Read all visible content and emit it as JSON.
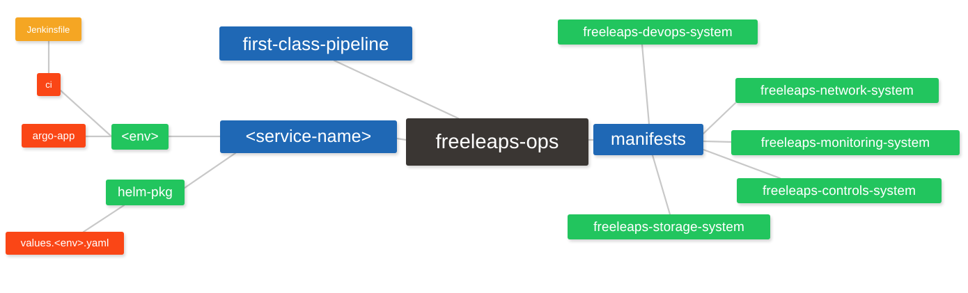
{
  "diagram": {
    "type": "mind-map",
    "title": "freeleaps-ops",
    "background": "#ffffff",
    "edge_color": "#c8c8c8",
    "palette": {
      "root": "#3a3633",
      "blue": "#1f68b5",
      "green": "#22c55e",
      "orange": "#f5a623",
      "red": "#fa4616",
      "text": "#ffffff"
    }
  },
  "nodes": {
    "root": {
      "label": "freeleaps-ops",
      "color": "#3a3633"
    },
    "service_name": {
      "label": "<service-name>",
      "color": "#1f68b5"
    },
    "first_class_pipeline": {
      "label": "first-class-pipeline",
      "color": "#1f68b5"
    },
    "manifests": {
      "label": "manifests",
      "color": "#1f68b5"
    },
    "env": {
      "label": "<env>",
      "color": "#22c55e"
    },
    "helm_pkg": {
      "label": "helm-pkg",
      "color": "#22c55e"
    },
    "jenkinsfile": {
      "label": "Jenkinsfile",
      "color": "#f5a623"
    },
    "ci": {
      "label": "ci",
      "color": "#fa4616"
    },
    "argo_app": {
      "label": "argo-app",
      "color": "#fa4616"
    },
    "values_yaml": {
      "label": "values.<env>.yaml",
      "color": "#fa4616"
    },
    "devops_system": {
      "label": "freeleaps-devops-system",
      "color": "#22c55e"
    },
    "network_system": {
      "label": "freeleaps-network-system",
      "color": "#22c55e"
    },
    "monitoring_system": {
      "label": "freeleaps-monitoring-system",
      "color": "#22c55e"
    },
    "controls_system": {
      "label": "freeleaps-controls-system",
      "color": "#22c55e"
    },
    "storage_system": {
      "label": "freeleaps-storage-system",
      "color": "#22c55e"
    }
  },
  "edges": [
    {
      "from": "root",
      "to": "service_name"
    },
    {
      "from": "root",
      "to": "first_class_pipeline"
    },
    {
      "from": "root",
      "to": "manifests"
    },
    {
      "from": "service_name",
      "to": "env"
    },
    {
      "from": "service_name",
      "to": "helm_pkg"
    },
    {
      "from": "env",
      "to": "argo_app"
    },
    {
      "from": "env",
      "to": "ci"
    },
    {
      "from": "ci",
      "to": "jenkinsfile"
    },
    {
      "from": "helm_pkg",
      "to": "values_yaml"
    },
    {
      "from": "manifests",
      "to": "devops_system"
    },
    {
      "from": "manifests",
      "to": "network_system"
    },
    {
      "from": "manifests",
      "to": "monitoring_system"
    },
    {
      "from": "manifests",
      "to": "controls_system"
    },
    {
      "from": "manifests",
      "to": "storage_system"
    }
  ]
}
